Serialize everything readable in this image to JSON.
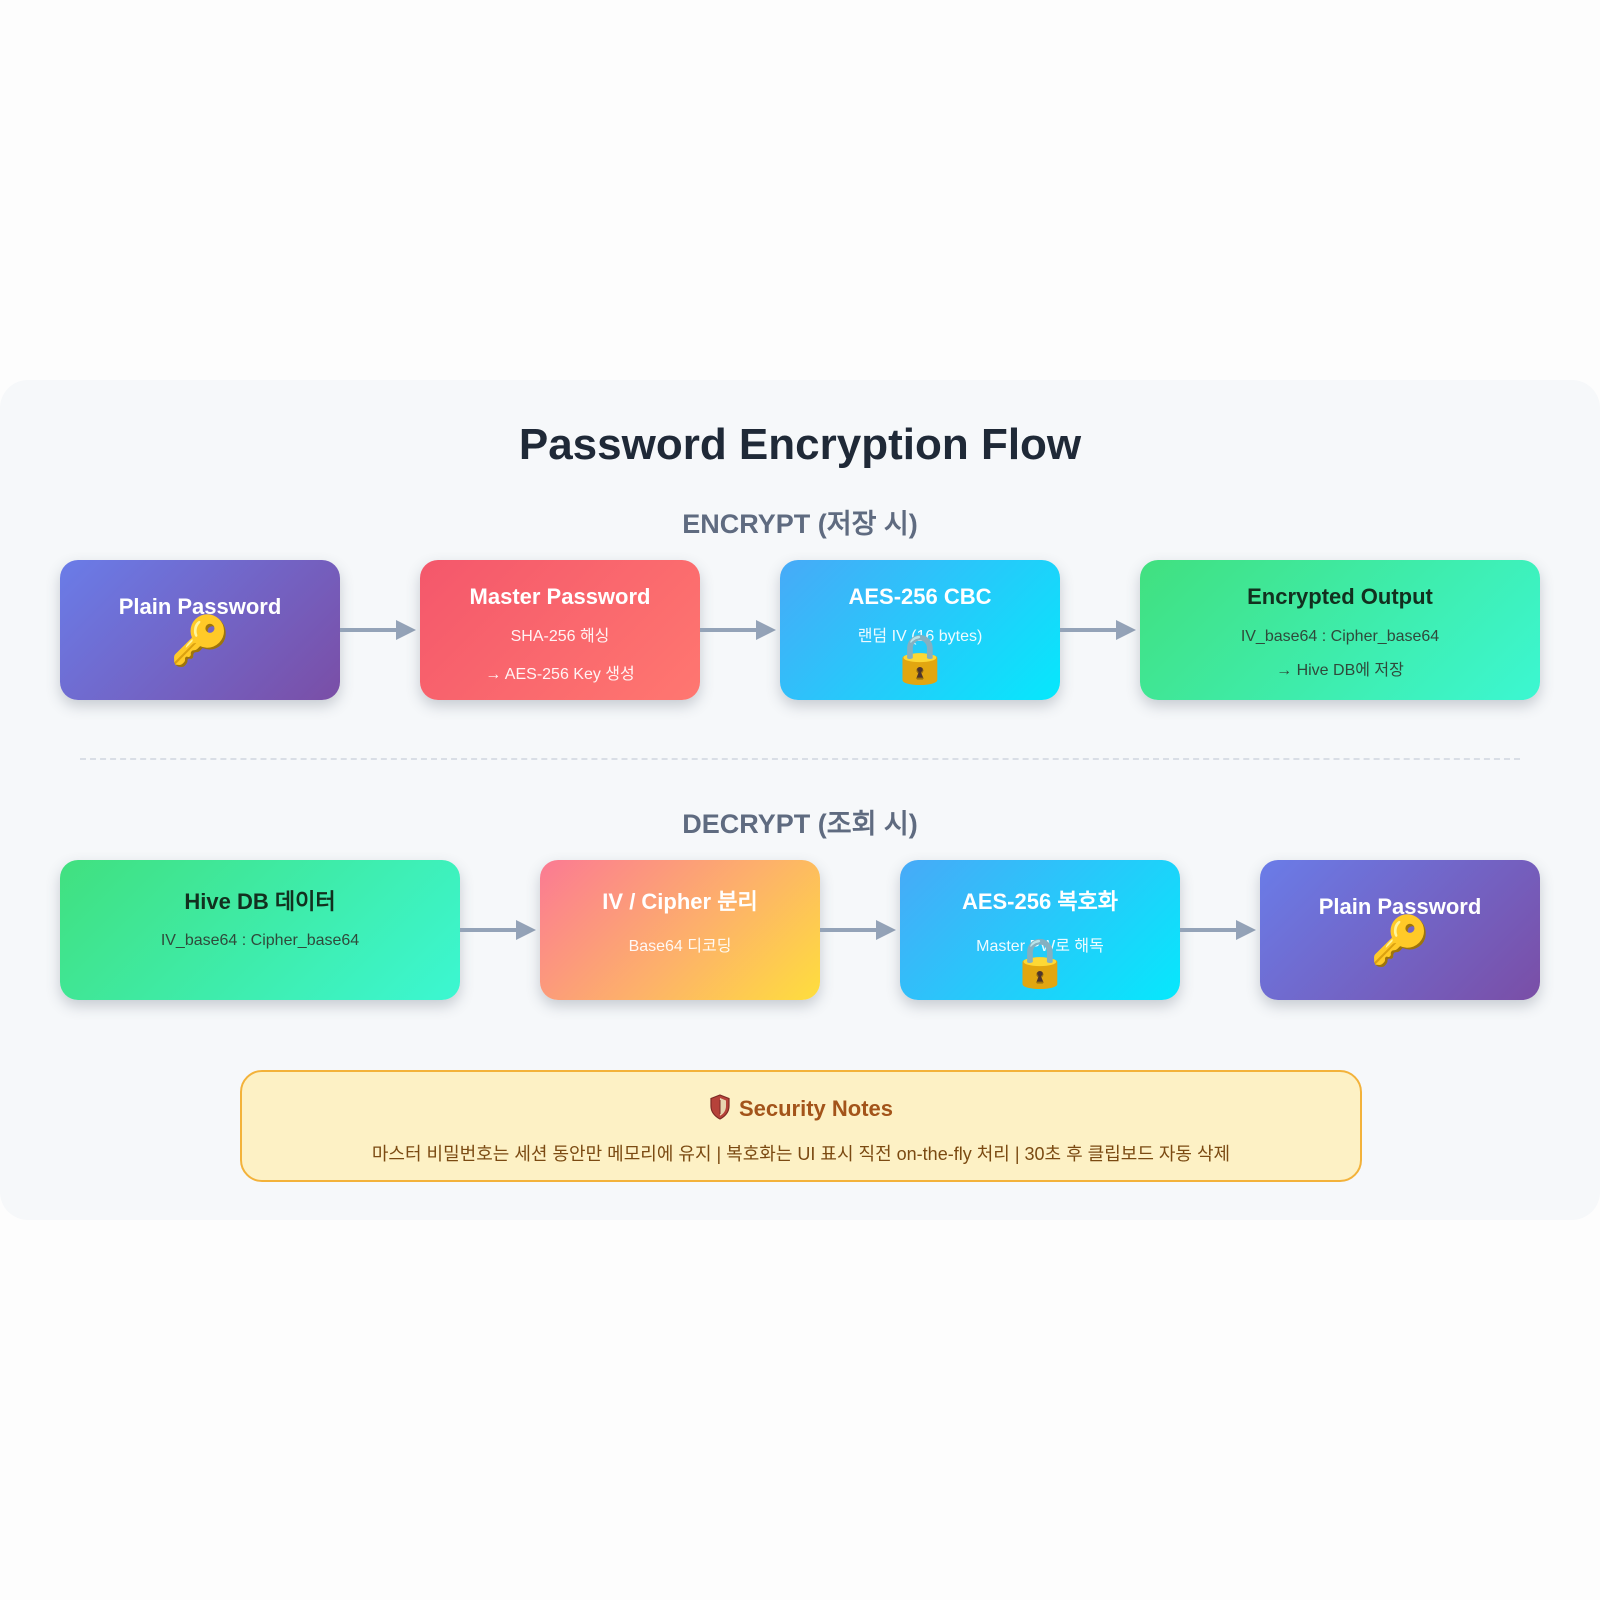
{
  "title": "Password Encryption Flow",
  "encrypt": {
    "label": "ENCRYPT (저장 시)",
    "steps": [
      {
        "title": "Plain Password",
        "icon": "key-icon"
      },
      {
        "title": "Master Password",
        "sub1": "SHA-256 해싱",
        "sub2": "→ AES-256 Key 생성"
      },
      {
        "title": "AES-256 CBC",
        "sub1": "랜덤 IV (16 bytes)",
        "icon": "lock-icon"
      },
      {
        "title": "Encrypted Output",
        "sub1": "IV_base64 : Cipher_base64",
        "sub2": "→ Hive DB에 저장"
      }
    ]
  },
  "decrypt": {
    "label": "DECRYPT (조회 시)",
    "steps": [
      {
        "title": "Hive DB 데이터",
        "sub1": "IV_base64 : Cipher_base64"
      },
      {
        "title": "IV / Cipher 분리",
        "sub1": "Base64 디코딩"
      },
      {
        "title": "AES-256 복호화",
        "sub1": "Master PW로 해독",
        "icon": "lock-icon"
      },
      {
        "title": "Plain Password",
        "icon": "key-icon"
      }
    ]
  },
  "notes": {
    "title": "Security Notes",
    "icon": "shield-icon",
    "body": "마스터 비밀번호는 세션 동안만 메모리에 유지 | 복호화는 UI 표시 직전 on-the-fly 처리 | 30초 후 클립보드 자동 삭제"
  },
  "colors": {
    "purple": "#6a7ce8",
    "red": "#f4576b",
    "cyan": "#47aaf8",
    "green": "#41e07f",
    "orange": "#fdb16a",
    "arrow": "#94a3b8"
  }
}
